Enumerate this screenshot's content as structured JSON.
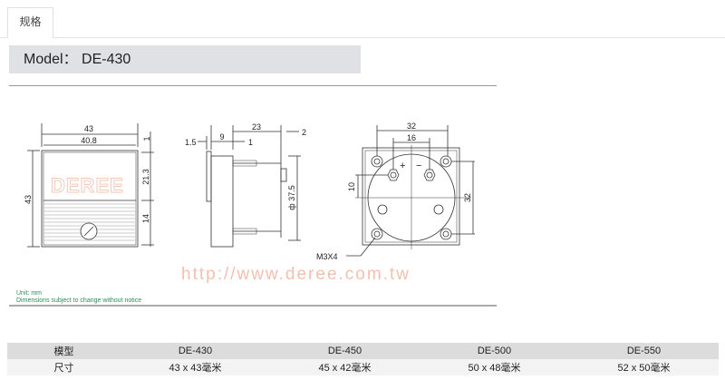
{
  "tab": {
    "label": "规格"
  },
  "model": {
    "label": "Model： DE-430"
  },
  "drawing": {
    "front": {
      "width_outer": "43",
      "width_inner": "40.8",
      "height": "43",
      "top_margin": "1",
      "window": "21.3",
      "lower": "14"
    },
    "side": {
      "depth": "23",
      "back": "2",
      "bezel": "1.5",
      "body": "9",
      "step": "1",
      "diameter": "ф 37.5"
    },
    "back": {
      "hole_span": "32",
      "terminal_span": "16",
      "terminal_offset": "10",
      "hole_span_v": "32",
      "screw": "M3X4",
      "plus": "+",
      "minus": "−"
    },
    "watermark": {
      "logo": "DEREE",
      "url": "http://www.deree.com.tw"
    }
  },
  "notes": {
    "unit": "Unit: mm",
    "disclaimer": "Dimensions subject to change without notice"
  },
  "table": {
    "headers": [
      "模型",
      "DE-430",
      "DE-450",
      "DE-500",
      "DE-550"
    ],
    "row": [
      "尺寸",
      "43 x 43毫米",
      "45 x 42毫米",
      "50 x 48毫米",
      "52 x 50毫米"
    ]
  }
}
